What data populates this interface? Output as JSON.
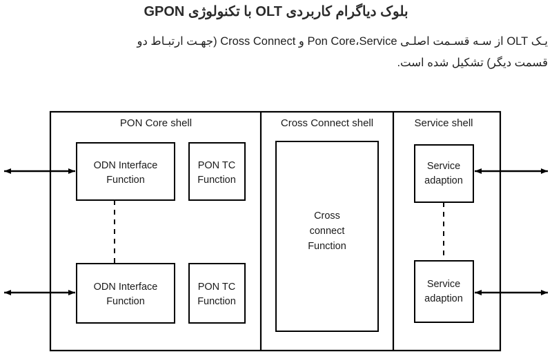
{
  "article": {
    "title": "بلوک دیاگرام کاربردی OLT با تکنولوژی GPON",
    "intro_line_1": "یـک OLT از سـه قسـمت اصلـی Pon Core،Service و Cross Connect (جهـت ارتبـاط دو",
    "intro_line_2": "قسمت دیگر) تشکیل شده است."
  },
  "diagram": {
    "type": "block-diagram",
    "shells": [
      {
        "id": "pon-core",
        "label": "PON Core shell",
        "blocks": [
          {
            "id": "odn-top",
            "lines": [
              "ODN Interface",
              "Function"
            ]
          },
          {
            "id": "pon-tc-top",
            "lines": [
              "PON TC",
              "Function"
            ]
          },
          {
            "id": "odn-bottom",
            "lines": [
              "ODN Interface",
              "Function"
            ]
          },
          {
            "id": "pon-tc-bottom",
            "lines": [
              "PON TC",
              "Function"
            ]
          }
        ]
      },
      {
        "id": "cross-connect",
        "label": "Cross Connect shell",
        "blocks": [
          {
            "id": "cross-connect-function",
            "lines": [
              "Cross",
              "connect",
              "Function"
            ]
          }
        ]
      },
      {
        "id": "service",
        "label": "Service shell",
        "blocks": [
          {
            "id": "service-adaption-top",
            "lines": [
              "Service",
              "adaption"
            ]
          },
          {
            "id": "service-adaption-bottom",
            "lines": [
              "Service",
              "adaption"
            ]
          }
        ]
      }
    ],
    "connectors": {
      "vertical_ellipsis_style": "dashed",
      "external_ports": [
        {
          "id": "left-port-top",
          "style": "double-arrow"
        },
        {
          "id": "left-port-bottom",
          "style": "double-arrow"
        },
        {
          "id": "right-port-top",
          "style": "double-arrow"
        },
        {
          "id": "right-port-bottom",
          "style": "double-arrow"
        }
      ]
    },
    "colors": {
      "line": "#000000",
      "fill": "#ffffff",
      "text": "#1a1a1a"
    }
  }
}
